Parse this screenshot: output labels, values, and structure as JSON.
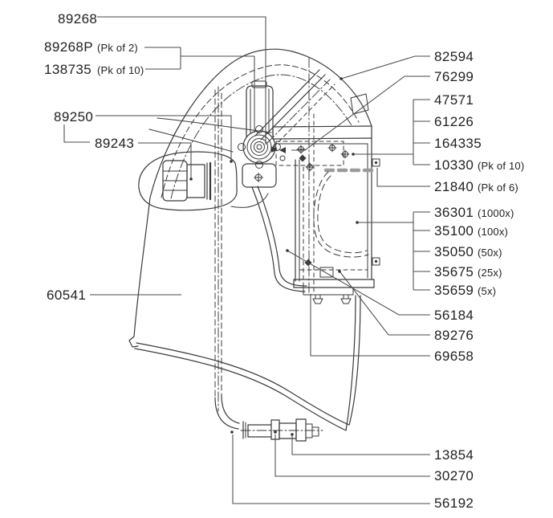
{
  "diagram": {
    "colors": {
      "line": "#3a3a3a",
      "leader": "#4a4a4a",
      "text": "#212121",
      "gasket_seal": "#9a9a9a",
      "background": "#ffffff"
    },
    "labels": {
      "left": [
        {
          "number": "89268",
          "qualifier": ""
        },
        {
          "number": "89268P",
          "qualifier": "(Pk of 2)"
        },
        {
          "number": "138735",
          "qualifier": "(Pk of 10)"
        },
        {
          "number": "89250",
          "qualifier": ""
        },
        {
          "number": "89243",
          "qualifier": ""
        },
        {
          "number": "60541",
          "qualifier": ""
        }
      ],
      "right": [
        {
          "number": "82594",
          "qualifier": ""
        },
        {
          "number": "76299",
          "qualifier": ""
        },
        {
          "number": "47571",
          "qualifier": ""
        },
        {
          "number": "61226",
          "qualifier": ""
        },
        {
          "number": "164335",
          "qualifier": ""
        },
        {
          "number": "10330",
          "qualifier": "(Pk of 10)"
        },
        {
          "number": "21840",
          "qualifier": "(Pk of 6)"
        },
        {
          "number": "36301",
          "qualifier": "(1000x)"
        },
        {
          "number": "35100",
          "qualifier": "(100x)"
        },
        {
          "number": "35050",
          "qualifier": "(50x)"
        },
        {
          "number": "35675",
          "qualifier": "(25x)"
        },
        {
          "number": "35659",
          "qualifier": "(5x)"
        },
        {
          "number": "56184",
          "qualifier": ""
        },
        {
          "number": "89276",
          "qualifier": ""
        },
        {
          "number": "69658",
          "qualifier": ""
        },
        {
          "number": "13854",
          "qualifier": ""
        },
        {
          "number": "30270",
          "qualifier": ""
        },
        {
          "number": "56192",
          "qualifier": ""
        }
      ]
    }
  }
}
